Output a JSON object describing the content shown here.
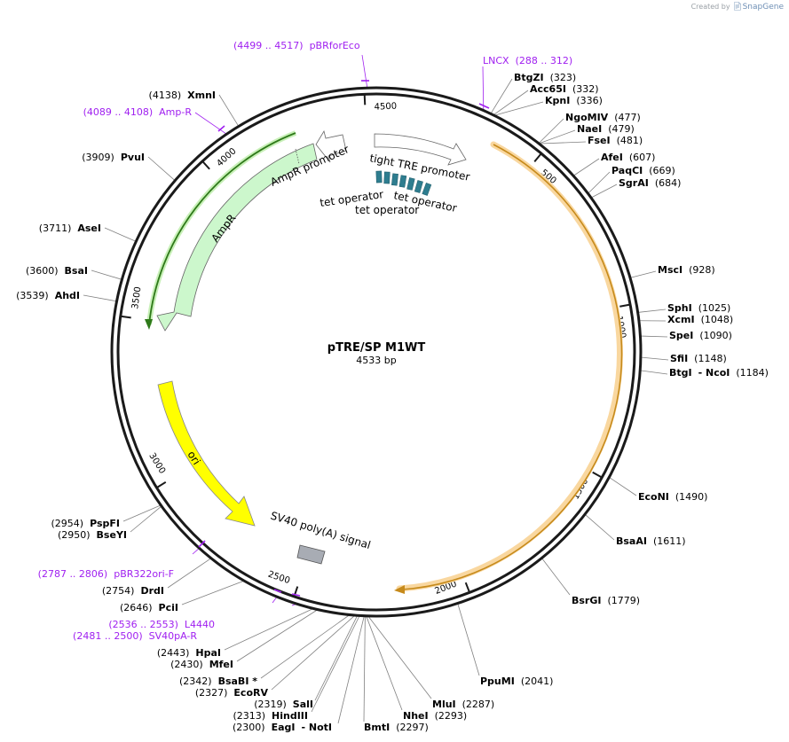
{
  "credit": {
    "prefix": "Created by",
    "brand": "SnapGene"
  },
  "plasmid": {
    "name": "pTRE/SP M1WT",
    "size_label": "4533 bp",
    "length": 4533
  },
  "ticks": [
    {
      "pos": 500,
      "label": "500"
    },
    {
      "pos": 1000,
      "label": "1000"
    },
    {
      "pos": 1500,
      "label": "1500"
    },
    {
      "pos": 2000,
      "label": "2000"
    },
    {
      "pos": 2500,
      "label": "2500"
    },
    {
      "pos": 3000,
      "label": "3000"
    },
    {
      "pos": 3500,
      "label": "3500"
    },
    {
      "pos": 4000,
      "label": "4000"
    },
    {
      "pos": 4500,
      "label": "4500"
    }
  ],
  "features": [
    {
      "name": "tight TRE promoter",
      "label": "tight TRE promoter",
      "color": "#ffffff"
    },
    {
      "name": "tet operator",
      "label": "tet operator",
      "color": "#2e7d8f"
    },
    {
      "name": "AmpR promoter",
      "label": "AmpR promoter",
      "color": "#ffffff"
    },
    {
      "name": "AmpR",
      "label": "AmpR",
      "color": "#ccf7cc"
    },
    {
      "name": "ori",
      "label": "ori",
      "color": "#ffff00"
    },
    {
      "name": "SV40 poly(A) signal",
      "label": "SV40 poly(A) signal",
      "color": "#a8acb4"
    },
    {
      "name": "insert",
      "label": "",
      "color": "#f9d79f"
    }
  ],
  "sites": [
    {
      "id": "btgzi",
      "name": "BtgZI",
      "pos": "(323)"
    },
    {
      "id": "acc65i",
      "name": "Acc65I",
      "pos": "(332)"
    },
    {
      "id": "kpni",
      "name": "KpnI",
      "pos": "(336)"
    },
    {
      "id": "ngomiv",
      "name": "NgoMIV",
      "pos": "(477)"
    },
    {
      "id": "naei",
      "name": "NaeI",
      "pos": "(479)"
    },
    {
      "id": "fsei",
      "name": "FseI",
      "pos": "(481)"
    },
    {
      "id": "afei",
      "name": "AfeI",
      "pos": "(607)"
    },
    {
      "id": "paqci",
      "name": "PaqCI",
      "pos": "(669)"
    },
    {
      "id": "sgrai",
      "name": "SgrAI",
      "pos": "(684)"
    },
    {
      "id": "msci",
      "name": "MscI",
      "pos": "(928)"
    },
    {
      "id": "sphi",
      "name": "SphI",
      "pos": "(1025)"
    },
    {
      "id": "xcmi",
      "name": "XcmI",
      "pos": "(1048)"
    },
    {
      "id": "spei",
      "name": "SpeI",
      "pos": "(1090)"
    },
    {
      "id": "sfii",
      "name": "SfiI",
      "pos": "(1148)"
    },
    {
      "id": "btgi",
      "name": "BtgI",
      "name2": "- NcoI",
      "pos": "(1184)"
    },
    {
      "id": "econi",
      "name": "EcoNI",
      "pos": "(1490)"
    },
    {
      "id": "bsaai",
      "name": "BsaAI",
      "pos": "(1611)"
    },
    {
      "id": "bsrgi",
      "name": "BsrGI",
      "pos": "(1779)"
    },
    {
      "id": "ppumi",
      "name": "PpuMI",
      "pos": "(2041)"
    },
    {
      "id": "mlui",
      "name": "MluI",
      "pos": "(2287)"
    },
    {
      "id": "nhei",
      "name": "NheI",
      "pos": "(2293)"
    },
    {
      "id": "bmti",
      "name": "BmtI",
      "pos": "(2297)"
    },
    {
      "id": "eagi",
      "name": "EagI",
      "name2": "- NotI",
      "pos": "(2300)"
    },
    {
      "id": "hindiii",
      "name": "HindIII",
      "pos": "(2313)"
    },
    {
      "id": "sali",
      "name": "SalI",
      "pos": "(2319)"
    },
    {
      "id": "ecorv",
      "name": "EcoRV",
      "pos": "(2327)"
    },
    {
      "id": "bsabi",
      "name": "BsaBI *",
      "pos": "(2342)"
    },
    {
      "id": "mfei",
      "name": "MfeI",
      "pos": "(2430)"
    },
    {
      "id": "hpai",
      "name": "HpaI",
      "pos": "(2443)"
    },
    {
      "id": "pcii",
      "name": "PciI",
      "pos": "(2646)"
    },
    {
      "id": "drdi",
      "name": "DrdI",
      "pos": "(2754)"
    },
    {
      "id": "bseyi",
      "name": "BseYI",
      "pos": "(2950)"
    },
    {
      "id": "pspfi",
      "name": "PspFI",
      "pos": "(2954)"
    },
    {
      "id": "ahdi",
      "name": "AhdI",
      "pos": "(3539)"
    },
    {
      "id": "bsai",
      "name": "BsaI",
      "pos": "(3600)"
    },
    {
      "id": "asei",
      "name": "AseI",
      "pos": "(3711)"
    },
    {
      "id": "pvui",
      "name": "PvuI",
      "pos": "(3909)"
    },
    {
      "id": "xmni",
      "name": "XmnI",
      "pos": "(4138)"
    }
  ],
  "primers": [
    {
      "id": "pbrforeco",
      "range": "(4499 .. 4517)",
      "name": "pBRforEco"
    },
    {
      "id": "lncx",
      "name": "LNCX",
      "range": "(288 .. 312)"
    },
    {
      "id": "ampr",
      "range": "(4089 .. 4108)",
      "name": "Amp-R"
    },
    {
      "id": "pbr322ori",
      "range": "(2787 .. 2806)",
      "name": "pBR322ori-F"
    },
    {
      "id": "l4440",
      "range": "(2536 .. 2553)",
      "name": "L4440"
    },
    {
      "id": "sv40pa",
      "range": "(2481 .. 2500)",
      "name": "SV40pA-R"
    }
  ]
}
